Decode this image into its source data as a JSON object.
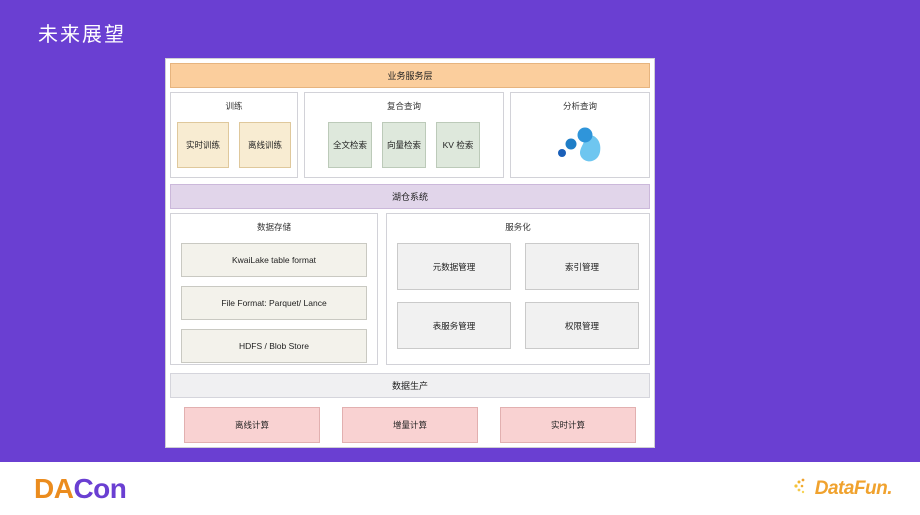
{
  "slide": {
    "title": "未来展望",
    "background_color": "#6a3fd2"
  },
  "diagram": {
    "business_layer": {
      "band_label": "业务服务层",
      "band_color": "#fbce9d",
      "panels": [
        {
          "title": "训练",
          "chips": [
            "实时训练",
            "离线训练"
          ],
          "chip_color": "#f8ecd2"
        },
        {
          "title": "复合查询",
          "chips": [
            "全文检索",
            "向量检索",
            "KV 检索"
          ],
          "chip_color": "#dee8dc"
        },
        {
          "title": "分析查询",
          "icon": "analytics-bubbles-icon",
          "icon_colors": [
            "#1a66c2",
            "#2f8fe0",
            "#67c4ef"
          ]
        }
      ]
    },
    "lakehouse": {
      "band_label": "湖仓系统",
      "band_color": "#e1d5ea",
      "storage": {
        "title": "数据存储",
        "items": [
          "KwaiLake table format",
          "File Format:  Parquet/ Lance",
          "HDFS / Blob Store"
        ]
      },
      "service": {
        "title": "服务化",
        "items": [
          "元数据管理",
          "索引管理",
          "表服务管理",
          "权限管理"
        ]
      }
    },
    "production": {
      "band_label": "数据生产",
      "band_color": "#f0f0f2",
      "items": [
        "离线计算",
        "增量计算",
        "实时计算"
      ],
      "item_color": "#f9d2d2"
    }
  },
  "footer": {
    "left_logo": {
      "part1": "DA",
      "part2": "Con",
      "part1_color": "#eb8c1e",
      "part2_color": "#6a3fd2"
    },
    "right_logo": {
      "text": "DataFun.",
      "color": "#f0a22e"
    }
  }
}
